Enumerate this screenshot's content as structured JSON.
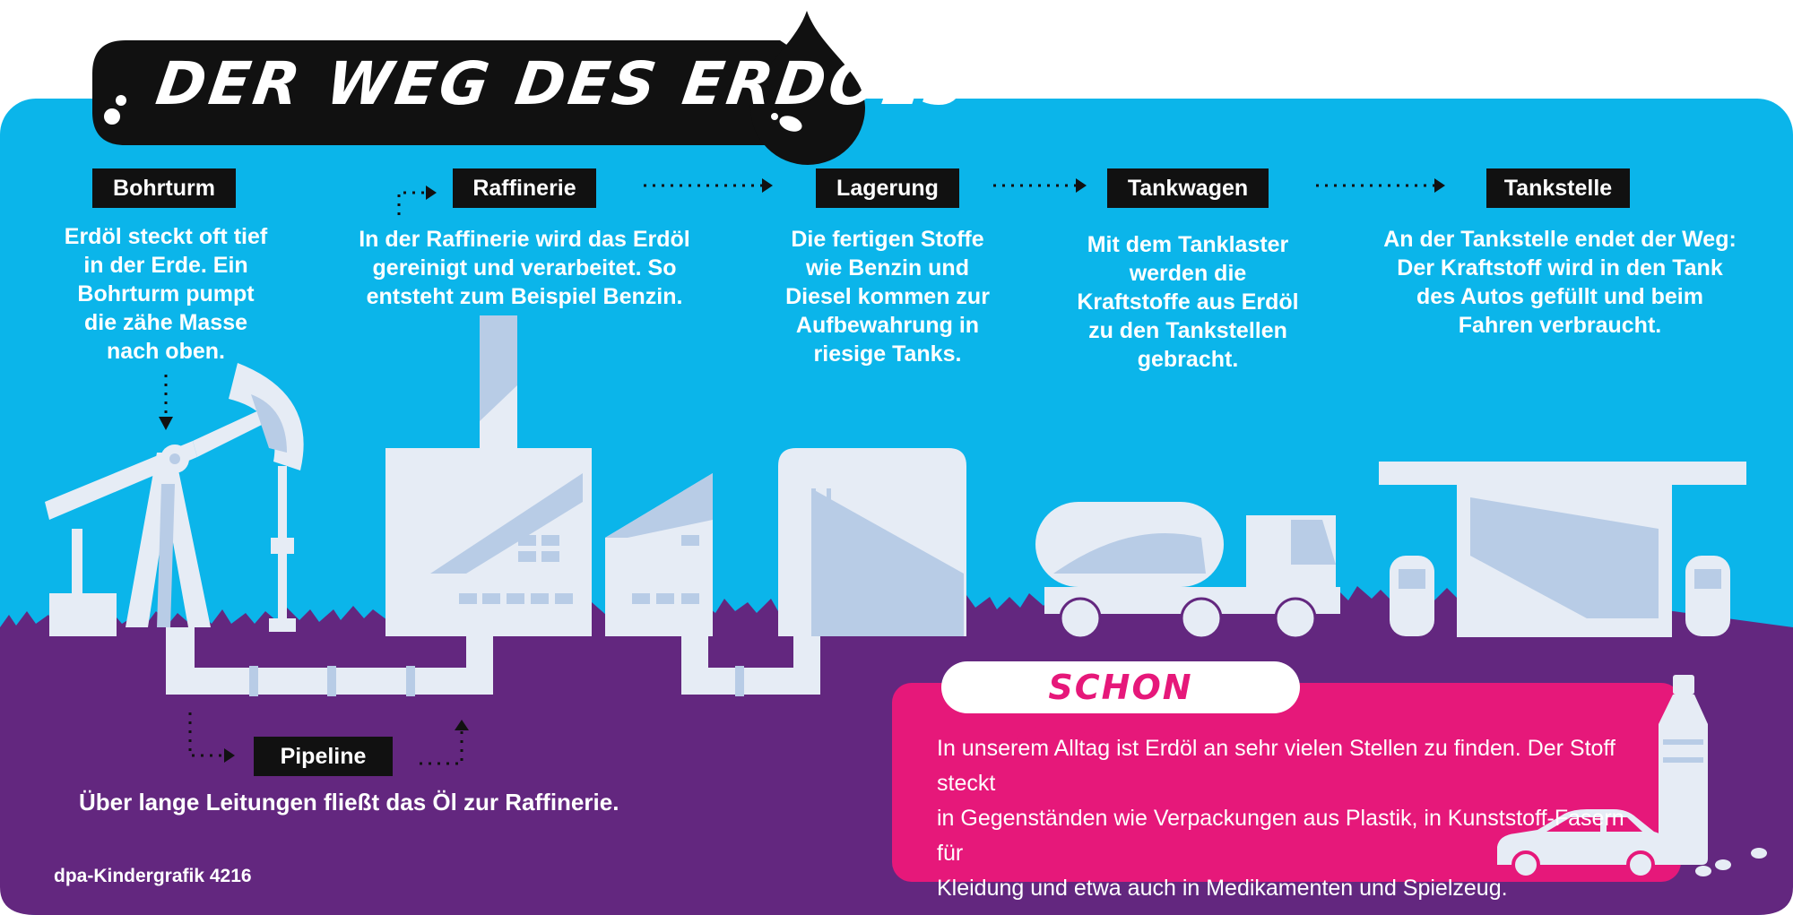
{
  "title": "DER WEG DES ERDÖLS",
  "stages": [
    {
      "label": "Bohrturm",
      "text": "Erdöl steckt oft tief\nin der Erde. Ein\nBohrturm pumpt\ndie zähe Masse\nnach oben."
    },
    {
      "label": "Raffinerie",
      "text": "In der Raffinerie wird das Erdöl\ngereinigt und verarbeitet. So\nentsteht zum Beispiel Benzin."
    },
    {
      "label": "Lagerung",
      "text": "Die fertigen Stoffe\nwie Benzin und\nDiesel kommen zur\nAufbewahrung in\nriesige Tanks."
    },
    {
      "label": "Tankwagen",
      "text": "Mit dem Tanklaster\nwerden die\nKraftstoffe aus Erdöl\nzu den Tankstellen\ngebracht."
    },
    {
      "label": "Tankstelle",
      "text": "An der Tankstelle endet der Weg:\nDer Kraftstoff wird in den Tank\ndes Autos gefüllt und beim\nFahren verbraucht."
    }
  ],
  "pipeline": {
    "label": "Pipeline",
    "text": "Über lange Leitungen fließt das Öl zur Raffinerie."
  },
  "fact": {
    "title": "SCHON GEWUSST?",
    "text": " In unserem Alltag ist Erdöl an sehr vielen Stellen zu finden. Der Stoff steckt\nin Gegenständen wie Verpackungen aus Plastik, in Kunststoff-Fasern für\nKleidung und etwa auch in Medikamenten und Spielzeug."
  },
  "credit": "dpa-Kindergrafik 4216",
  "colors": {
    "sky": "#0bb5ea",
    "ground": "#63277f",
    "accent": "#e6187a",
    "building": "#e6ecf5",
    "shadow": "#b8cce6",
    "black": "#111111"
  },
  "icons": [
    "oil-drop-icon",
    "pumpjack-icon",
    "refinery-icon",
    "storage-tank-icon",
    "tanker-truck-icon",
    "gas-station-icon",
    "car-icon",
    "bottle-icon",
    "pills-icon",
    "arrow-icon"
  ]
}
